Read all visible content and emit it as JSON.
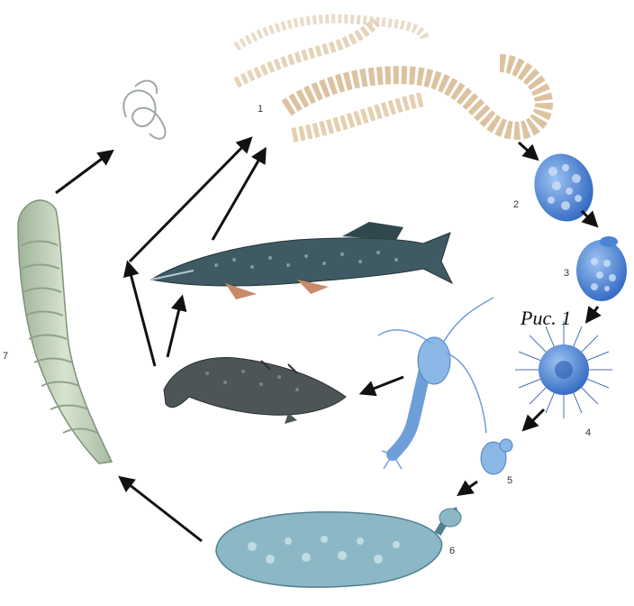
{
  "caption": "Рис. 1",
  "stages": [
    {
      "id": "1",
      "label": "1"
    },
    {
      "id": "2",
      "label": "2"
    },
    {
      "id": "3",
      "label": "3"
    },
    {
      "id": "4",
      "label": "4"
    },
    {
      "id": "5",
      "label": "5"
    },
    {
      "id": "6",
      "label": "6"
    },
    {
      "id": "7",
      "label": "7"
    }
  ],
  "colors": {
    "arrow": "#111111",
    "tapeworm": "#e6d3b6",
    "egg_blue": "#3f78cf",
    "larva_green": "#b9cfb0",
    "pike": "#3f5a63",
    "burbot": "#4d5556",
    "copepod": "#6f9fd8",
    "plerocercoid": "#8cb8c6"
  }
}
